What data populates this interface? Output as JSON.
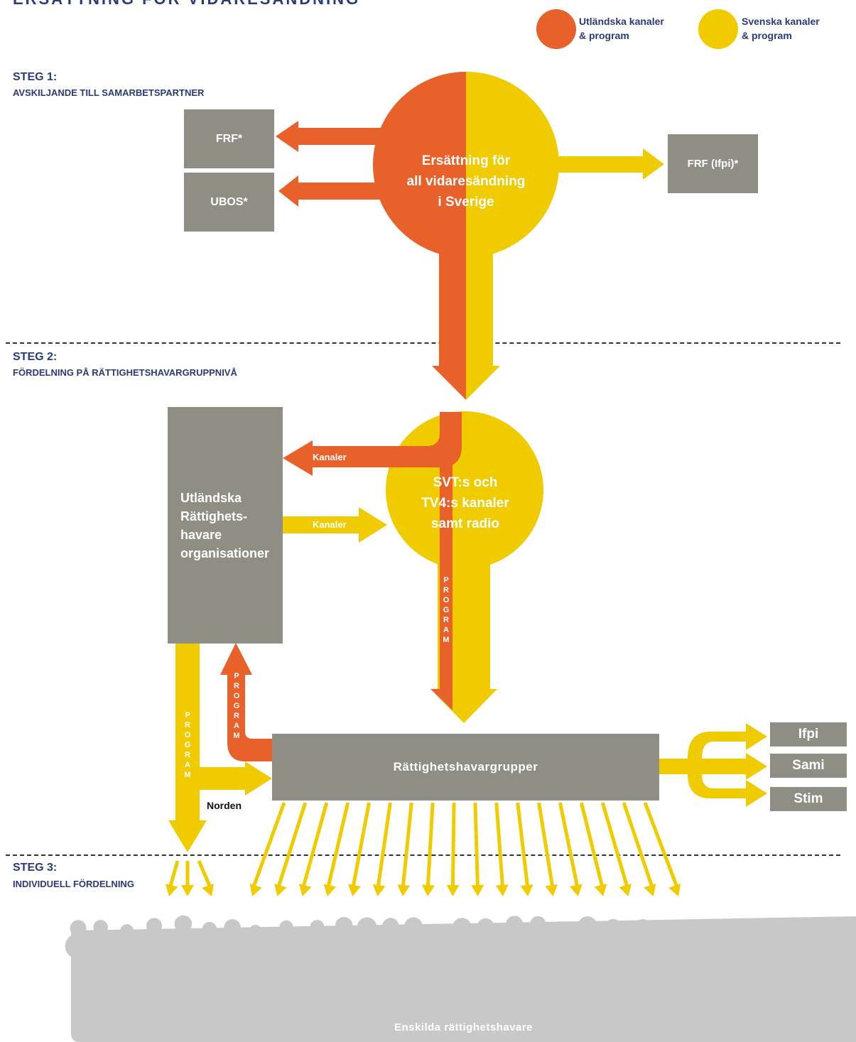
{
  "title": "ERSÄTTNING FÖR VIDARESÄNDNING",
  "legend": {
    "foreign": {
      "label": "Utländska kanaler\n& program",
      "color": "#e8612a"
    },
    "swedish": {
      "label": "Svenska kanaler\n& program",
      "color": "#f0cb00"
    }
  },
  "steps": [
    {
      "title": "STEG 1:",
      "subtitle": "AVSKILJANDE TILL SAMARBETSPARTNER"
    },
    {
      "title": "STEG 2:",
      "subtitle": "FÖRDELNING PÅ RÄTTIGHETSHAVARGRUPPNIVÅ"
    },
    {
      "title": "STEG 3:",
      "subtitle": "INDIVIDUELL FÖRDELNING"
    }
  ],
  "nodes": {
    "frf": "FRF*",
    "ubos": "UBOS*",
    "frf_ifpi": "FRF (Ifpi)*",
    "main_bulb": [
      "Ersättning för",
      "all vidaresändning",
      "i Sverige"
    ],
    "svt_bulb": [
      "SVT:s och",
      "TV4:s kanaler",
      "samt radio"
    ],
    "foreign_orgs": [
      "Utländska",
      "Rättighets-",
      "havare",
      "organisationer"
    ],
    "groups": "Rättighetshavargrupper",
    "ifpi": "Ifpi",
    "sami": "Sami",
    "stim": "Stim",
    "individuals": "Enskilda rättighetshavare"
  },
  "flow_labels": {
    "kanaler_out": "Kanaler",
    "kanaler_in": "Kanaler",
    "program_letters": [
      "P",
      "R",
      "O",
      "G",
      "R",
      "A",
      "M"
    ],
    "norden": "Norden"
  },
  "colors": {
    "gray": "#8f8e85",
    "crowd": "#c8c8c8",
    "navy": "#2b3a7a"
  }
}
